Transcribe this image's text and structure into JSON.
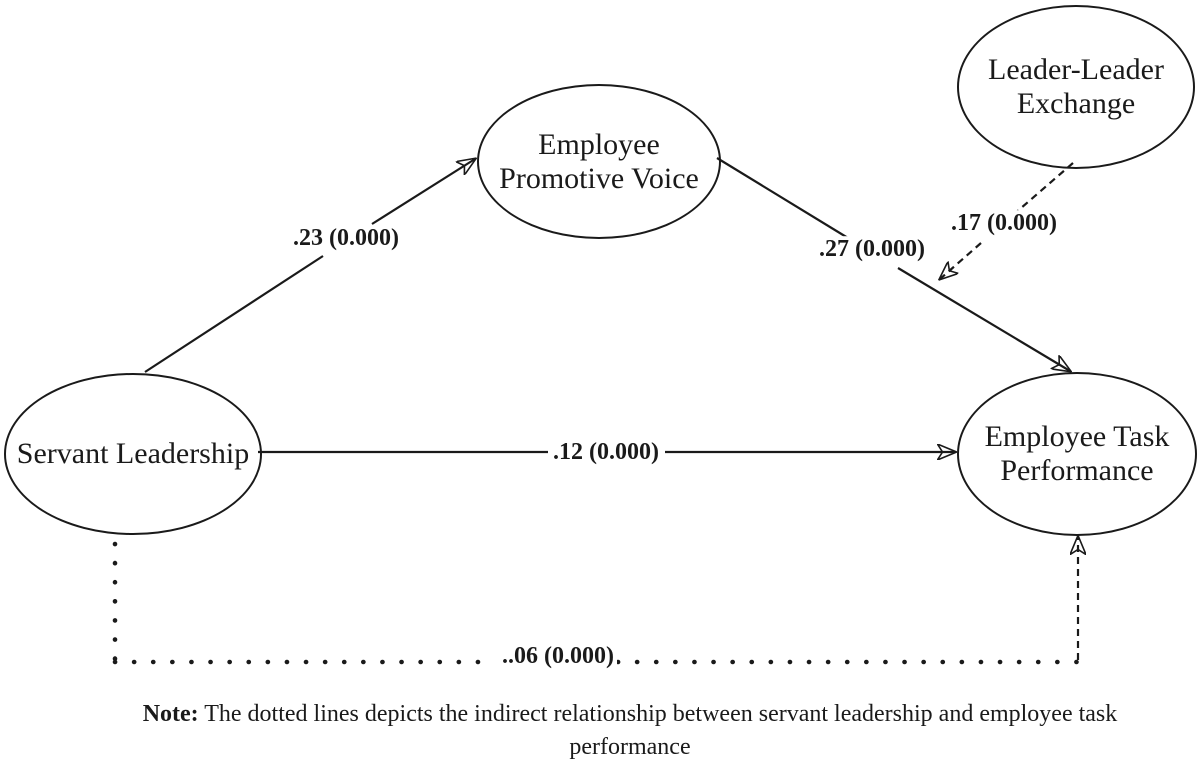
{
  "figure": {
    "type": "mediation-moderation-path-diagram",
    "nodes": [
      {
        "id": "servant_leadership",
        "label": "Servant Leadership",
        "label_lines": [
          "Servant Leadership"
        ]
      },
      {
        "id": "employee_promotive_voice",
        "label": "Employee Promotive Voice",
        "label_lines": [
          "Employee",
          "Promotive Voice"
        ]
      },
      {
        "id": "leader_leader_exchange",
        "label": "Leader-Leader Exchange",
        "label_lines": [
          "Leader-Leader",
          "Exchange"
        ]
      },
      {
        "id": "employee_task_performance",
        "label": "Employee Task Performance",
        "label_lines": [
          "Employee Task",
          "Performance"
        ]
      }
    ],
    "edges": [
      {
        "from": "Servant Leadership",
        "to": "Employee Promotive Voice",
        "label": ".23 (0.000)",
        "line_style": "solid"
      },
      {
        "from": "Employee Promotive Voice",
        "to": "Employee Task Performance",
        "label": ".27 (0.000)",
        "line_style": "solid"
      },
      {
        "from": "Leader-Leader Exchange",
        "to": "path: Employee Promotive Voice to Task Performance",
        "label": ".17 (0.000)",
        "line_style": "dashed"
      },
      {
        "from": "Servant Leadership",
        "to": "Employee Task Performance",
        "label": ".12 (0.000)",
        "line_style": "solid"
      },
      {
        "from": "Servant Leadership",
        "to": "Employee Task Performance",
        "label": "..06 (0.000)",
        "line_style": "dotted"
      }
    ],
    "note": {
      "prefix": "Note:",
      "line1_rest": " The dotted lines depicts the indirect relationship between servant leadership and employee task",
      "line2": "performance"
    },
    "colors": {
      "line": "#1a1a1a",
      "text": "#1a1a1a",
      "background": "#ffffff"
    }
  }
}
